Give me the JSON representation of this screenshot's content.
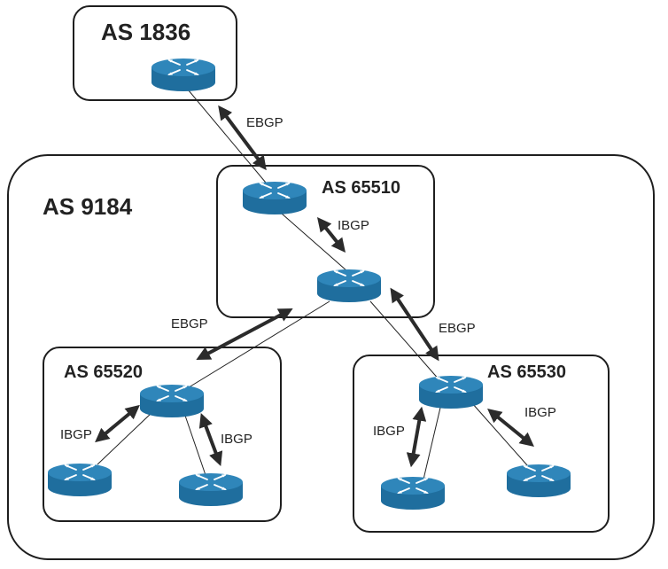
{
  "colors": {
    "router_body": "#1f6e9e",
    "router_top": "#2f86ba",
    "router_symbol": "#ffffff",
    "line": "#222222",
    "arrow": "#2b2b2b"
  },
  "icons": {
    "router": "router-icon"
  },
  "autonomous_systems": {
    "as1836": "AS 1836",
    "as9184": "AS 9184",
    "as65510": "AS 65510",
    "as65520": "AS 65520",
    "as65530": "AS 65530"
  },
  "sessions": {
    "ebgp_top": "EBGP",
    "ebgp_left": "EBGP",
    "ebgp_right": "EBGP",
    "ibgp_65510": "IBGP",
    "ibgp_65520_left": "IBGP",
    "ibgp_65520_right": "IBGP",
    "ibgp_65530_left": "IBGP",
    "ibgp_65530_right": "IBGP"
  }
}
